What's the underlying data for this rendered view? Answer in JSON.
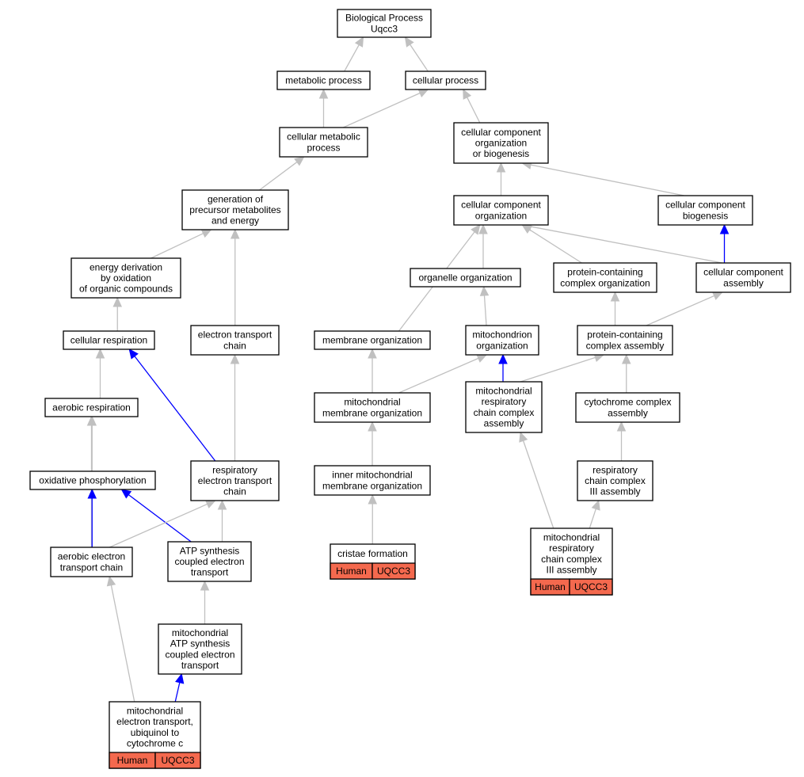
{
  "colors": {
    "edge_default": "#c0c0c0",
    "edge_highlight": "#0000ff",
    "annotation_fill": "#f4694e",
    "node_border": "#000000"
  },
  "nodes": [
    {
      "id": "bp",
      "lines": [
        "Biological Process",
        "Uqcc3"
      ]
    },
    {
      "id": "metabolic",
      "lines": [
        "metabolic process"
      ]
    },
    {
      "id": "cellproc",
      "lines": [
        "cellular process"
      ]
    },
    {
      "id": "cellmet",
      "lines": [
        "cellular metabolic",
        "process"
      ]
    },
    {
      "id": "ccob",
      "lines": [
        "cellular component",
        "organization",
        "or biogenesis"
      ]
    },
    {
      "id": "genprec",
      "lines": [
        "generation of",
        "precursor metabolites",
        "and energy"
      ]
    },
    {
      "id": "cco",
      "lines": [
        "cellular component",
        "organization"
      ]
    },
    {
      "id": "ccb",
      "lines": [
        "cellular component",
        "biogenesis"
      ]
    },
    {
      "id": "energy",
      "lines": [
        "energy derivation",
        "by oxidation",
        "of organic compounds"
      ]
    },
    {
      "id": "organelle",
      "lines": [
        "organelle organization"
      ]
    },
    {
      "id": "pcco",
      "lines": [
        "protein-containing",
        "complex organization"
      ]
    },
    {
      "id": "cca",
      "lines": [
        "cellular component",
        "assembly"
      ]
    },
    {
      "id": "cellresp",
      "lines": [
        "cellular respiration"
      ]
    },
    {
      "id": "etc",
      "lines": [
        "electron transport",
        "chain"
      ]
    },
    {
      "id": "membrane",
      "lines": [
        "membrane organization"
      ]
    },
    {
      "id": "mitoorg",
      "lines": [
        "mitochondrion",
        "organization"
      ]
    },
    {
      "id": "pcca",
      "lines": [
        "protein-containing",
        "complex assembly"
      ]
    },
    {
      "id": "aerobic",
      "lines": [
        "aerobic respiration"
      ]
    },
    {
      "id": "mitomem",
      "lines": [
        "mitochondrial",
        "membrane organization"
      ]
    },
    {
      "id": "mrcca",
      "lines": [
        "mitochondrial",
        "respiratory",
        "chain complex",
        "assembly"
      ]
    },
    {
      "id": "cytocx",
      "lines": [
        "cytochrome complex",
        "assembly"
      ]
    },
    {
      "id": "oxphos",
      "lines": [
        "oxidative phosphorylation"
      ]
    },
    {
      "id": "retc",
      "lines": [
        "respiratory",
        "electron transport",
        "chain"
      ]
    },
    {
      "id": "innermito",
      "lines": [
        "inner mitochondrial",
        "membrane organization"
      ]
    },
    {
      "id": "rcc3",
      "lines": [
        "respiratory",
        "chain complex",
        "III assembly"
      ]
    },
    {
      "id": "aetc",
      "lines": [
        "aerobic electron",
        "transport chain"
      ]
    },
    {
      "id": "atpsyn",
      "lines": [
        "ATP synthesis",
        "coupled electron",
        "transport"
      ]
    },
    {
      "id": "cristae",
      "lines": [
        "cristae formation"
      ],
      "annotation": [
        "Human",
        "UQCC3"
      ]
    },
    {
      "id": "mrcc3",
      "lines": [
        "mitochondrial",
        "respiratory",
        "chain complex",
        "III assembly"
      ],
      "annotation": [
        "Human",
        "UQCC3"
      ]
    },
    {
      "id": "mitoatp",
      "lines": [
        "mitochondrial",
        "ATP synthesis",
        "coupled electron",
        "transport"
      ]
    },
    {
      "id": "mitoet",
      "lines": [
        "mitochondrial",
        "electron transport,",
        "ubiquinol to",
        "cytochrome c"
      ],
      "annotation": [
        "Human",
        "UQCC3"
      ]
    }
  ],
  "edges": [
    {
      "from": "metabolic",
      "to": "bp",
      "highlight": false
    },
    {
      "from": "cellproc",
      "to": "bp",
      "highlight": false
    },
    {
      "from": "cellmet",
      "to": "metabolic",
      "highlight": false
    },
    {
      "from": "cellmet",
      "to": "cellproc",
      "highlight": false
    },
    {
      "from": "ccob",
      "to": "cellproc",
      "highlight": false
    },
    {
      "from": "genprec",
      "to": "cellmet",
      "highlight": false
    },
    {
      "from": "cco",
      "to": "ccob",
      "highlight": false
    },
    {
      "from": "ccb",
      "to": "ccob",
      "highlight": false
    },
    {
      "from": "energy",
      "to": "genprec",
      "highlight": false
    },
    {
      "from": "etc",
      "to": "genprec",
      "highlight": false
    },
    {
      "from": "organelle",
      "to": "cco",
      "highlight": false
    },
    {
      "from": "pcco",
      "to": "cco",
      "highlight": false
    },
    {
      "from": "cca",
      "to": "cco",
      "highlight": false
    },
    {
      "from": "membrane",
      "to": "cco",
      "highlight": false
    },
    {
      "from": "cca",
      "to": "ccb",
      "highlight": true
    },
    {
      "from": "cellresp",
      "to": "energy",
      "highlight": false
    },
    {
      "from": "mitoorg",
      "to": "organelle",
      "highlight": false
    },
    {
      "from": "pcca",
      "to": "pcco",
      "highlight": false
    },
    {
      "from": "pcca",
      "to": "cca",
      "highlight": false
    },
    {
      "from": "aerobic",
      "to": "cellresp",
      "highlight": false
    },
    {
      "from": "retc",
      "to": "cellresp",
      "highlight": true
    },
    {
      "from": "retc",
      "to": "etc",
      "highlight": false
    },
    {
      "from": "mitomem",
      "to": "membrane",
      "highlight": false
    },
    {
      "from": "mitomem",
      "to": "mitoorg",
      "highlight": false
    },
    {
      "from": "mrcca",
      "to": "mitoorg",
      "highlight": true
    },
    {
      "from": "mrcca",
      "to": "pcca",
      "highlight": false
    },
    {
      "from": "cytocx",
      "to": "pcca",
      "highlight": false
    },
    {
      "from": "oxphos",
      "to": "aerobic",
      "highlight": false
    },
    {
      "from": "aetc",
      "to": "aerobic",
      "highlight": false
    },
    {
      "from": "innermito",
      "to": "mitomem",
      "highlight": false
    },
    {
      "from": "rcc3",
      "to": "cytocx",
      "highlight": false
    },
    {
      "from": "aetc",
      "to": "oxphos",
      "highlight": true
    },
    {
      "from": "atpsyn",
      "to": "oxphos",
      "highlight": true
    },
    {
      "from": "aetc",
      "to": "retc",
      "highlight": false
    },
    {
      "from": "atpsyn",
      "to": "retc",
      "highlight": false
    },
    {
      "from": "cristae",
      "to": "innermito",
      "highlight": false
    },
    {
      "from": "mrcc3",
      "to": "rcc3",
      "highlight": false
    },
    {
      "from": "mrcc3",
      "to": "mrcca",
      "highlight": false
    },
    {
      "from": "mitoatp",
      "to": "atpsyn",
      "highlight": false
    },
    {
      "from": "mitoet",
      "to": "mitoatp",
      "highlight": true
    },
    {
      "from": "mitoet",
      "to": "aetc",
      "highlight": false
    }
  ]
}
